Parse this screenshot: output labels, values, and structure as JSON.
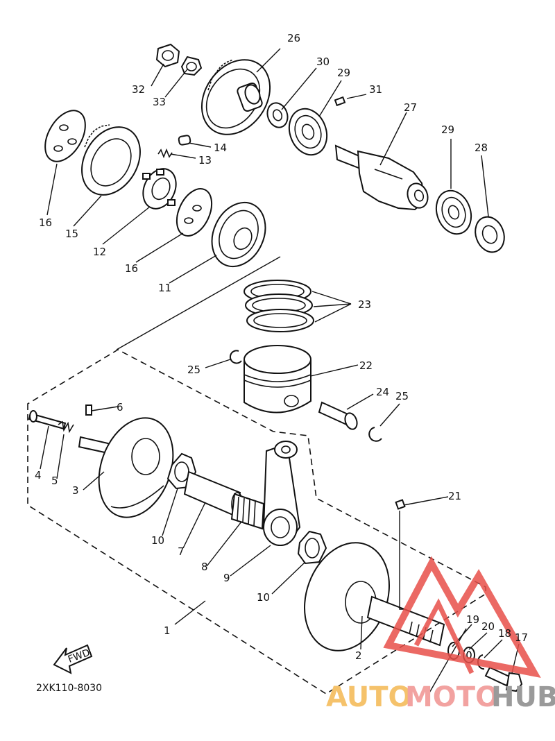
{
  "diagram": {
    "drawing_code": "2XK110-8030",
    "fwd_label": "FWD",
    "callouts": [
      {
        "id": "1",
        "label": "1"
      },
      {
        "id": "2",
        "label": "2"
      },
      {
        "id": "3",
        "label": "3"
      },
      {
        "id": "4",
        "label": "4"
      },
      {
        "id": "5",
        "label": "5"
      },
      {
        "id": "6",
        "label": "6"
      },
      {
        "id": "7",
        "label": "7"
      },
      {
        "id": "8",
        "label": "8"
      },
      {
        "id": "9",
        "label": "9"
      },
      {
        "id": "10a",
        "label": "10"
      },
      {
        "id": "10b",
        "label": "10"
      },
      {
        "id": "11",
        "label": "11"
      },
      {
        "id": "12",
        "label": "12"
      },
      {
        "id": "13",
        "label": "13"
      },
      {
        "id": "14",
        "label": "14"
      },
      {
        "id": "15",
        "label": "15"
      },
      {
        "id": "16a",
        "label": "16"
      },
      {
        "id": "16b",
        "label": "16"
      },
      {
        "id": "17",
        "label": "17"
      },
      {
        "id": "18",
        "label": "18"
      },
      {
        "id": "19",
        "label": "19"
      },
      {
        "id": "20",
        "label": "20"
      },
      {
        "id": "21",
        "label": "21"
      },
      {
        "id": "22",
        "label": "22"
      },
      {
        "id": "23",
        "label": "23"
      },
      {
        "id": "24",
        "label": "24"
      },
      {
        "id": "25a",
        "label": "25"
      },
      {
        "id": "25b",
        "label": "25"
      },
      {
        "id": "26",
        "label": "26"
      },
      {
        "id": "27",
        "label": "27"
      },
      {
        "id": "28",
        "label": "28"
      },
      {
        "id": "29a",
        "label": "29"
      },
      {
        "id": "29b",
        "label": "29"
      },
      {
        "id": "30",
        "label": "30"
      },
      {
        "id": "31",
        "label": "31"
      },
      {
        "id": "32",
        "label": "32"
      },
      {
        "id": "33",
        "label": "33"
      }
    ]
  },
  "watermark": {
    "part1": "AUTO",
    "part2": "MOTO",
    "part3": "HUB",
    "colors": {
      "auto": "#f5c26b",
      "moto": "#f2a2a0",
      "hub": "#9a9a9a",
      "logo": "#e8504a"
    }
  }
}
